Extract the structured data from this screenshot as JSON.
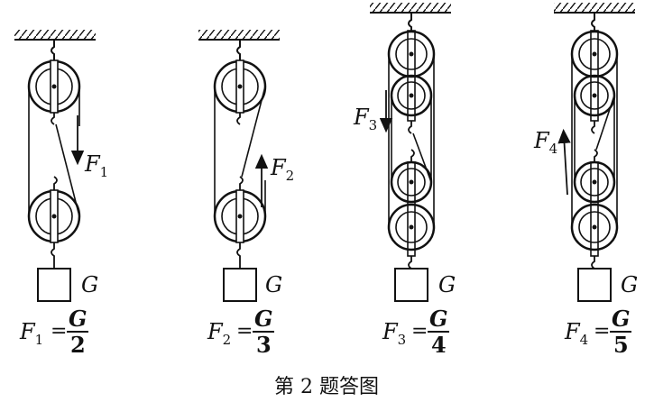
{
  "figure": {
    "caption": "第 2 题答图",
    "weight_label": "G",
    "systems": [
      {
        "force_letter": "F",
        "force_index": "1",
        "divisor": "2"
      },
      {
        "force_letter": "F",
        "force_index": "2",
        "divisor": "3"
      },
      {
        "force_letter": "F",
        "force_index": "3",
        "divisor": "4"
      },
      {
        "force_letter": "F",
        "force_index": "4",
        "divisor": "5"
      }
    ]
  }
}
